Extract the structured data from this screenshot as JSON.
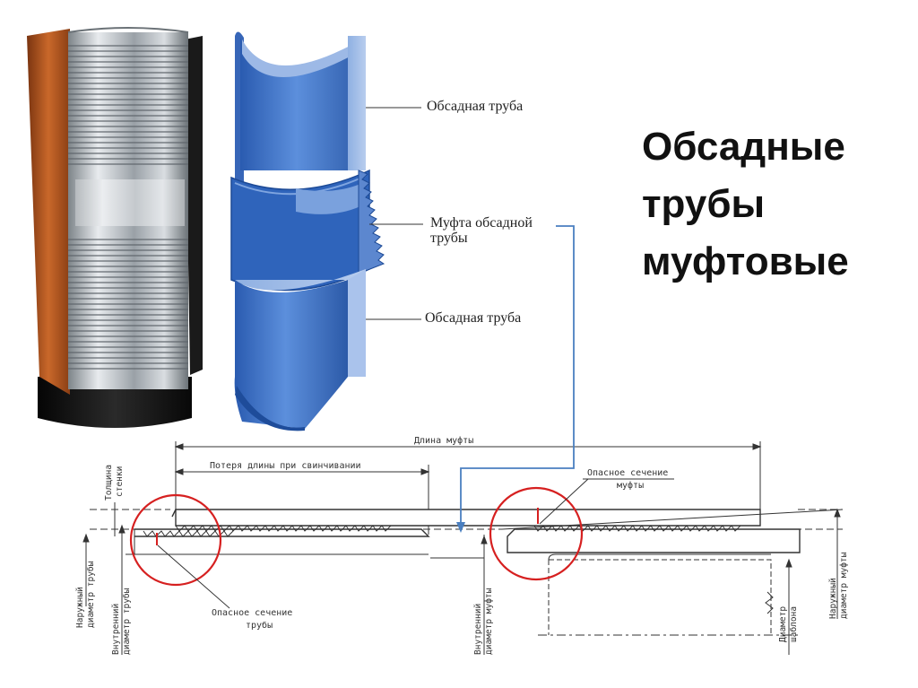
{
  "title_lines": [
    "Обсадные",
    "трубы",
    "муфтовые"
  ],
  "callouts": {
    "casing_top": "Обсадная труба",
    "coupling_line1": "Муфта обсадной",
    "coupling_line2": "трубы",
    "casing_bottom": "Обсадная труба"
  },
  "drawing": {
    "coupling_length": "Длина муфты",
    "makeup_loss": "Потеря длины при свинчивании",
    "wall_thickness_1": "Толщина",
    "wall_thickness_2": "стенки",
    "critical_coupling_1": "Опасное сечение",
    "critical_coupling_2": "муфты",
    "critical_pipe_1": "Опасное сечение",
    "critical_pipe_2": "трубы",
    "pipe_od_1": "Наружный",
    "pipe_od_2": "диаметр трубы",
    "pipe_id_1": "Внутренний",
    "pipe_id_2": "диаметр трубы",
    "coupling_id_1": "Внутренний",
    "coupling_id_2": "диаметр муфты",
    "drift_1": "Диаметр",
    "drift_2": "шаблона",
    "coupling_od_1": "Наружный",
    "coupling_od_2": "диаметр муфты"
  },
  "colors": {
    "copper": "#b4561f",
    "steel": "#c8cdd2",
    "blue": "#3b73c4",
    "marker_red": "#d62020",
    "arrow_blue": "#4a7fc0"
  }
}
